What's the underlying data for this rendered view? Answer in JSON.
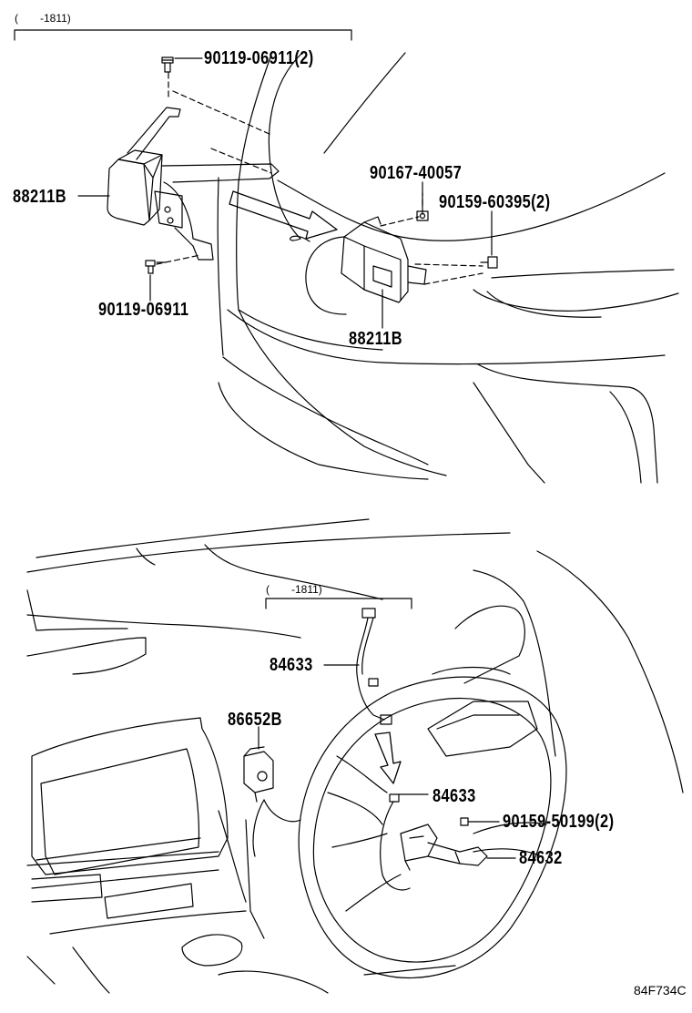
{
  "top_section": {
    "range_label": "(　　-1811)",
    "parts": {
      "bolt_top": "90119-06911(2)",
      "sensor_left": "88211B",
      "bolt_bottom": "90119-06911",
      "nut": "90167-40057",
      "bolt_right": "90159-60395(2)",
      "sensor_center": "88211B"
    }
  },
  "bottom_section": {
    "range_label": "(　　-1811)",
    "parts": {
      "harness_upper": "84633",
      "relay": "86652B",
      "harness_lower": "84633",
      "screw": "90159-50199(2)",
      "switch": "84632"
    }
  },
  "diagram_code": "84F734C"
}
